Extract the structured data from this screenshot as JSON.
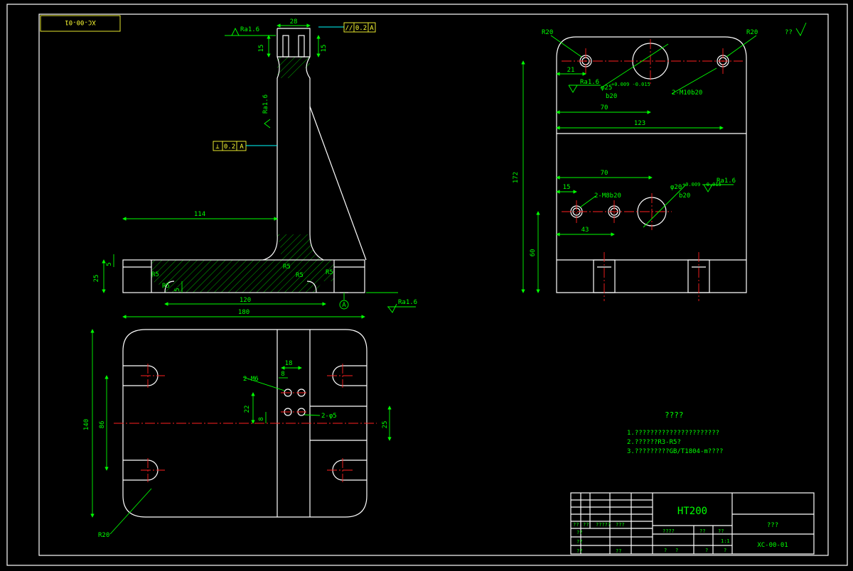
{
  "drawing_number": "XC-00-01",
  "drawing_number_mirrored": "XC-00-01",
  "material": "HT200",
  "roughness": {
    "ra": "Ra1.6",
    "other": "??"
  },
  "geometric_tolerance": {
    "parallel": {
      "symbol": "//",
      "value": "0.2",
      "datum": "A"
    },
    "perpendicular": {
      "symbol": "⊥",
      "value": "0.2",
      "datum": "A"
    },
    "datum_label": "A"
  },
  "front_view": {
    "dims": {
      "top_width": "28",
      "top_depth_left": "15",
      "top_depth_right": "15",
      "offset": "114",
      "base_height": "25",
      "base_step": "5",
      "slot_depth": "5",
      "inner_width": "120",
      "overall_width": "180",
      "r_left": "R5",
      "r_mid": "R5",
      "r_right": "R5",
      "r_base_left": "R5",
      "r_base_right": "R5"
    }
  },
  "top_view": {
    "dims": {
      "height": "140",
      "slot_spacing": "86",
      "pitch_x": "18",
      "small_x": "8",
      "y_22": "22",
      "y_8": "8",
      "y_25": "25",
      "corner_radius": "R20"
    },
    "callouts": {
      "m6": "2-M6",
      "phi5": "2-φ5"
    }
  },
  "side_view": {
    "dims": {
      "r_left": "R20",
      "r_right": "R20",
      "d_21": "21",
      "d_70_top": "70",
      "d_123": "123",
      "d_172": "172",
      "d_70_mid": "70",
      "d_15": "15",
      "d_43": "43",
      "d_60": "60"
    },
    "callouts": {
      "bore_top": "φ25",
      "bore_top_tol": "+0.009 -0.015",
      "bore_top_depth": "b20",
      "thread_top": "2-M10b20",
      "bore_mid": "φ20",
      "bore_mid_tol": "+0.009 -0.015",
      "bore_mid_depth": "b20",
      "thread_mid": "2-M8b20"
    }
  },
  "notes": {
    "heading": "????",
    "lines": [
      "1.??????????????????????",
      "2.??????R3-R5?",
      "3.?????????GB/T1804-m????"
    ]
  },
  "title_block": {
    "material": "HT200",
    "company": "???",
    "drawing_no": "XC-00-01",
    "scale_label": "????",
    "col_a": "??",
    "col_b": "??",
    "sheet": "1:1",
    "sheet_mark": "?",
    "row_labels": [
      "??",
      "??",
      "?????",
      "???",
      "??",
      "??",
      "??",
      "??"
    ]
  }
}
